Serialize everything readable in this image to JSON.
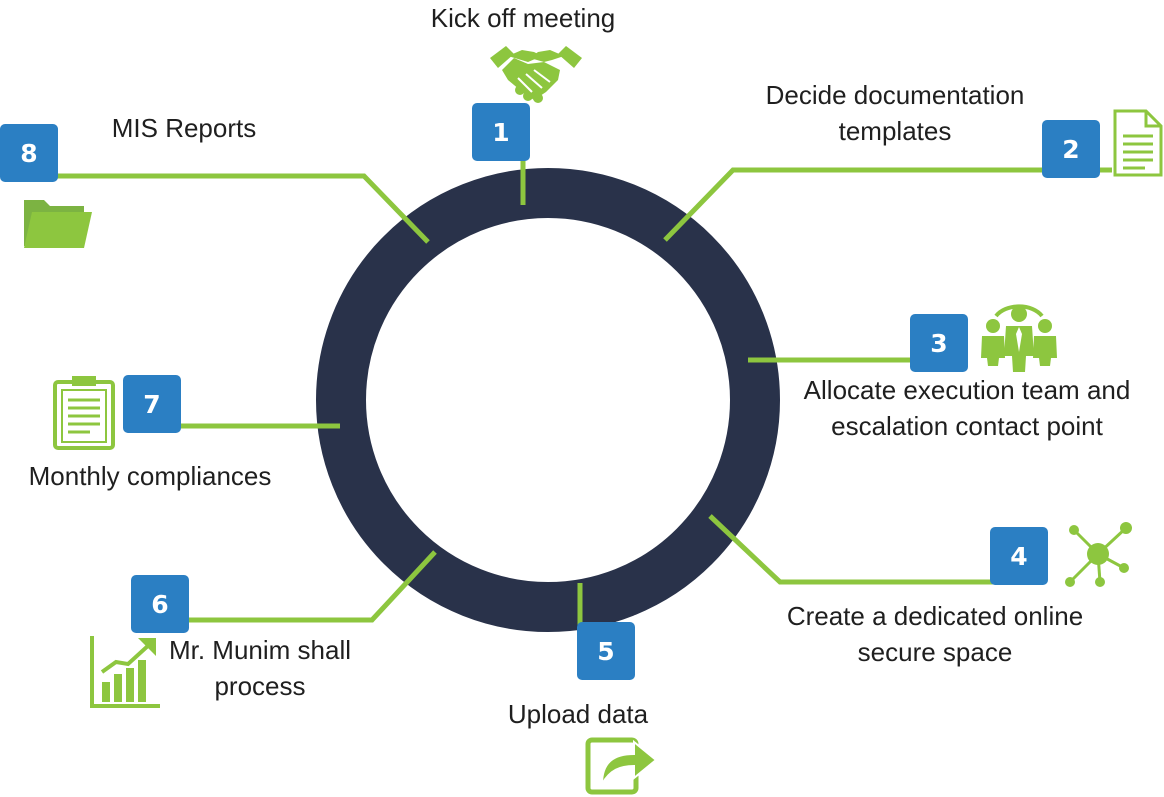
{
  "colors": {
    "ring": "#29324a",
    "connector": "#8dc63f",
    "badge": "#2b7fc3",
    "icon": "#8dc63f",
    "text": "#1f1f1f"
  },
  "steps": [
    {
      "number": "1",
      "lines": [
        "Kick off meeting"
      ],
      "icon": "handshake-icon"
    },
    {
      "number": "2",
      "lines": [
        "Decide documentation",
        "templates"
      ],
      "icon": "document-icon"
    },
    {
      "number": "3",
      "lines": [
        "Allocate execution team and",
        "escalation contact point"
      ],
      "icon": "team-icon"
    },
    {
      "number": "4",
      "lines": [
        "Create a dedicated online",
        "secure space"
      ],
      "icon": "network-icon"
    },
    {
      "number": "5",
      "lines": [
        "Upload data"
      ],
      "icon": "upload-share-icon"
    },
    {
      "number": "6",
      "lines": [
        "Mr. Munim shall",
        "process"
      ],
      "icon": "growth-chart-icon"
    },
    {
      "number": "7",
      "lines": [
        "Monthly compliances"
      ],
      "icon": "clipboard-icon"
    },
    {
      "number": "8",
      "lines": [
        "MIS Reports"
      ],
      "icon": "folder-icon"
    }
  ]
}
